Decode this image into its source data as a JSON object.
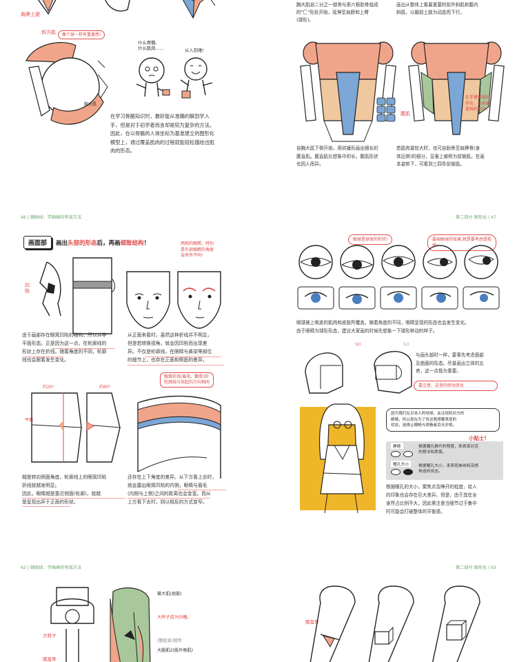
{
  "top_left": {
    "label_oblique": "斜方肌",
    "label_upper_trap": "肩胛上提",
    "label_pec": "胸大肌",
    "bubble_note": "像个球一样有重量感!",
    "cartoon_q": "什么骨骼,\n什么肌肉……",
    "cartoon_a": "从入到难!",
    "text": "在学习骨骼知识时，最好能从准确的解剖学入\n手，但是对于初学者而言却是较为复杂的方法。\n因此，在以骨骼的人体坐标为基准建立的图形化\n模型上，通过覆盖肌肉的过程就能轻松描绘出肌\n肉的形态。"
  },
  "top_right": {
    "text_a": "胸大肌自二分之一锁骨与第六根肋骨组成\n的\"匚\"形处开始，延伸至肩膀和上臂\n(球形)。",
    "text_b": "画出从整体上看最重要的前外斜肌和腹内\n斜肌，以膈前上肢为动态而下行。",
    "label_abs": "腹肌",
    "note_serratus": "在手臂周围的\n存在，会有被\n遮挡的部分。",
    "text_c": "自胸大肌下侧开始，用坊锤形画出细长的\n腹直肌。腹直肌比想象中的长，腹肌形状\n也因人而异。",
    "text_d": "若肌肉量较大时，也可自肋骨至肩胛骨(身\n体后侧)的部分，显著上被称为前锯肌。在画\n本姿势下，可看到三四条前锯肌。"
  },
  "mid_left": {
    "header": "46 | 辅助线：学画画的有效方法",
    "tag": "画面部",
    "tag_text_pre": "画出",
    "tag_text_hl1": "头部的形态",
    "tag_text_mid": "后，再画",
    "tag_text_hl2": "细致结构",
    "tag_text_post": "！",
    "label_concave": "凹陷",
    "note_eyes": "两侧的眼睛，特别\n是外部眼睛的角度\n会有所不同!",
    "text_a": "由于画部存在眼窝凹陷的结构，所以并非\n平面形态。正是因为这一点，在轮廓线的\n形状上存在折线。随着角度的不同，轮廓\n线也会跟着发生变化。",
    "text_b": "从正面来看时，虽然这种折线并不明显，\n但是若转换视角，就会因凹陷而出现差\n异。不仅是轮廓线，在眼睛与鼻梁等部位\n的细节上，也存在正面和侧面的差异。",
    "label_about20": "约20°",
    "label_about60": "约60°",
    "label_flat": "平面",
    "bubble_tip": "眼窝折线(眉毛、颧骨)的\n轮廓线与突起的方向相同",
    "text_c": "越是转向侧面角度，轮廓线上的眼窝凹陷\n折线就越发明显。\n因此，眼睛越是靠近侧面(轮廓)，就越\n是呈现出异于正面的形状。",
    "text_d": "还存在上下角度的差异。从下方看上去时，\n就会露出眼窝凹陷的内侧，眼睛与眉毛\n(内侧与上侧)之间的距离也会变宽。而从\n上方看下去时，则以相反的方式变窄。"
  },
  "mid_right": {
    "header": "第二部分  图形化 | 47",
    "bubble_eyes_a": "眼球是球体的形状!",
    "bubble_eyes_b": "要画眼球的效果,就是要考虑透视感!",
    "text_a": "眼球被上眼皮的肌肉和皮肤所覆盖。随着角度的不同，眼睛呈现的形态也会发生变化。\n由于眼睛为球形形态，建议大家画的时候先想象一下球形移动的样子。",
    "mark_x": "(x)",
    "mark_v": "(v)",
    "text_b": "与画头部时一样，要事先考虑面部\n及曲面的形态。尽量画出立体的五\n官，这一点极为重要。",
    "bubble_big": "要注意，这里的转动变化",
    "bubble_girl": "因为我们在日本人的地球，会注视到对方的\n眼睛，所以现在为了传达我想要表现的\n状态，选择让眼睛与观看者目光对视。",
    "tip_title": "小贴士!",
    "tip_calm": "静態",
    "tip_calm_text": "根据瞳孔静开的程度，来表现对活\n的想法和愿景。",
    "tip_pupil": "瞳孔大小",
    "tip_pupil_text": "根据瞳孔大小，来表现单纯和深想\n熟虑的状态。",
    "text_c": "根据瞳孔的大小，聚焦点及睁开的程度，给人\n的印象也会存在巨大差异。但是，由于其在全\n身所占比例不大，因此需注意当细节过于集中\n时可能会打破整体的平衡感。"
  },
  "bot_left": {
    "header": "62 | 辅助线：学画画的有效方法",
    "label_greater_troch": "大转子",
    "label_knee": "膝盖骨",
    "label_glute": "臀大肌(屁股)",
    "label_troch_concave": "大转子成为凹槽。",
    "label_ligament": "(髂胫束)韧带",
    "label_thigh": "大腿肌2(股外侧肌)"
  },
  "bot_right": {
    "header": "第二部分  图形化 | 63",
    "label_kneecap": "膝盖骨"
  },
  "colors": {
    "accent_red": "#e04a4a",
    "muscle_salmon": "#f0a58a",
    "abs_blue": "#7ba6d6",
    "green": "#a8c79a",
    "yellow": "#f0b62a",
    "header_green": "#6aa86a"
  }
}
